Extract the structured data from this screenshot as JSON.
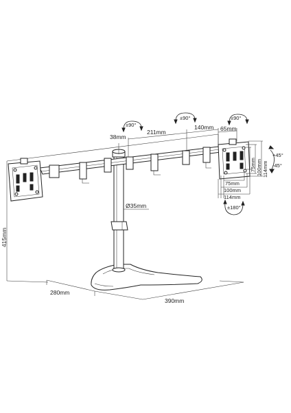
{
  "dimensions": {
    "height_total": "415mm",
    "base_depth": "280mm",
    "base_width": "390mm",
    "pole_diameter": "Ø35mm",
    "pole_to_clamp": "38mm",
    "arm_inner": "211mm",
    "arm_outer": "140mm",
    "plate_offset": "65mm"
  },
  "vesa": {
    "h75": "75mm",
    "h100": "100mm",
    "h114": "114mm",
    "w75": "75mm",
    "w100": "100mm",
    "w114": "114mm"
  },
  "rotations": {
    "swivel_left": "±90°",
    "swivel_mid": "±90°",
    "swivel_right": "±90°",
    "tilt_up": "+45°",
    "tilt_down": "-45°",
    "rotate": "±180°"
  },
  "colors": {
    "line": "#222222",
    "background": "#ffffff"
  }
}
